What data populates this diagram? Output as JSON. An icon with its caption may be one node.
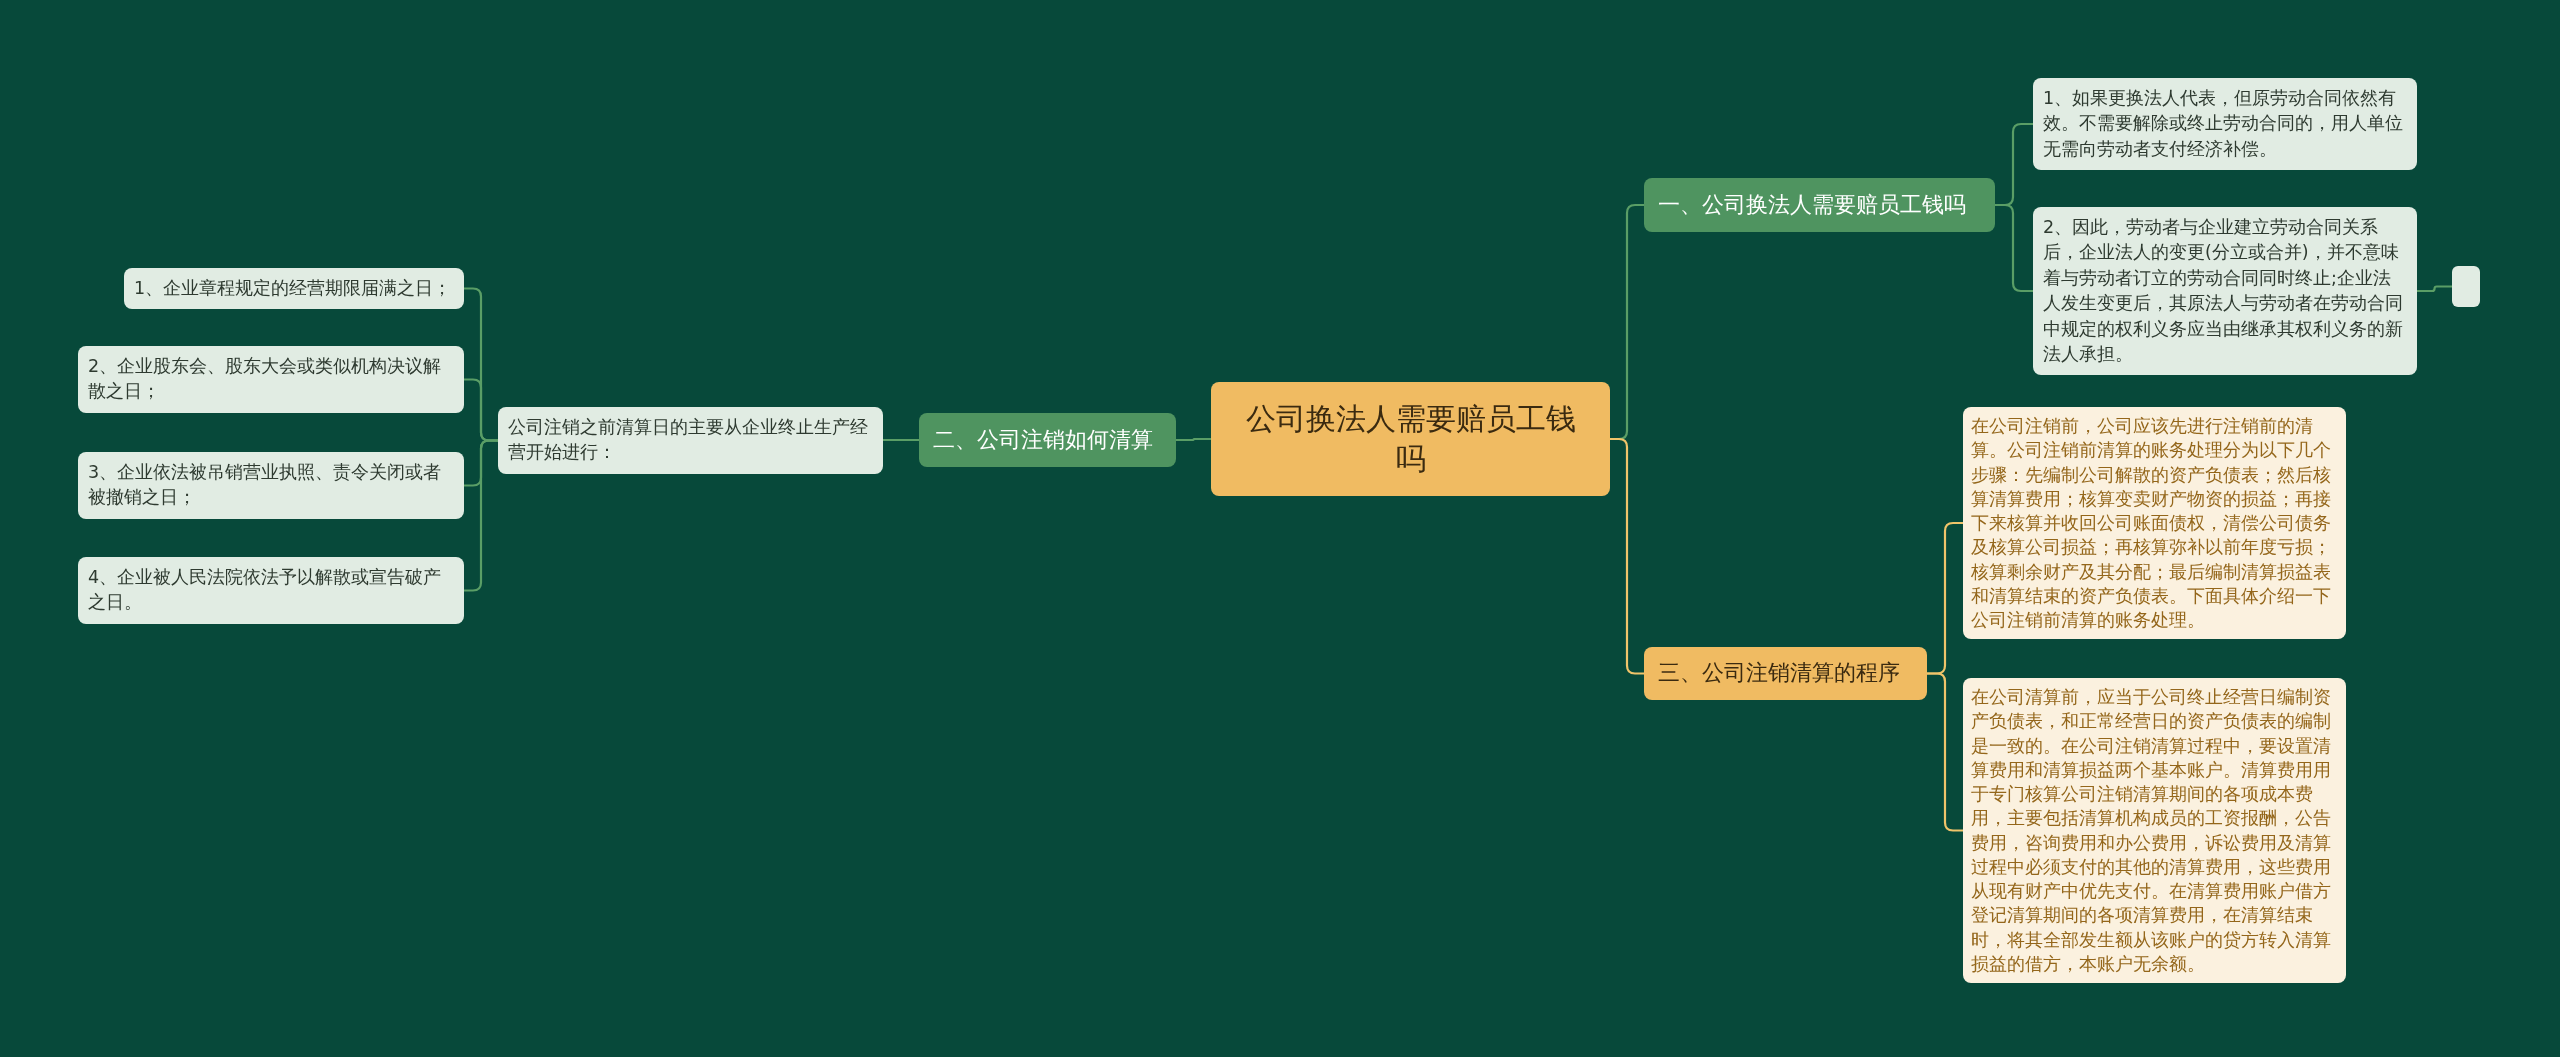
{
  "diagram": {
    "nodes": [
      {
        "text": [
          "公司换法人需要赔员工钱吗"
        ]
      },
      {
        "text": [
          "一、公司换法人需要赔员工钱吗"
        ]
      },
      {
        "text": [
          "1、如果更换法人代表，但原劳动合同依然有效。不需要解除或终止劳动合同的，用人单位无需向劳动者支付经济补偿。"
        ]
      },
      {
        "text": [
          "2、因此，劳动者与企业建立劳动合同关系后，企业法人的变更(分立或合并)，并不意味着与劳动者订立的劳动合同同时终止;企业法人发生变更后，其原法人与劳动者在劳动合同中规定的权利义务应当由继承其权利义务的新法人承担。"
        ]
      },
      {
        "text": [],
        "shape": "box"
      },
      {
        "text": [
          "二、公司注销如何清算"
        ]
      },
      {
        "text": [
          "公司注销之前清算日的主要从企业终止生产经营开始进行："
        ]
      },
      {
        "text": [
          "1、企业章程规定的经营期限届满之日；"
        ]
      },
      {
        "text": [
          "2、企业股东会、股东大会或类似机构决议解散之日；"
        ]
      },
      {
        "text": [
          "3、企业依法被吊销营业执照、责令关闭或者被撤销之日；"
        ]
      },
      {
        "text": [
          "4、企业被人民法院依法予以解散或宣告破产之日。"
        ]
      },
      {
        "text": [
          "三、公司注销清算的程序"
        ]
      },
      {
        "text": [
          "在公司注销前，公司应该先进行注销前的清算。公司注销前清算的账务处理分为以下几个步骤：先编制公司解散的资产负债表；然后核算清算费用；核算变卖财产物资的损益；再接下来核算并收回公司账面债权，清偿公司债务及核算公司损益；再核算弥补以前年度亏损；核算剩余财产及其分配；最后编制清算损益表和清算结束的资产负债表。下面具体介绍一下公司注销前清算的账务处理。"
        ]
      },
      {
        "text": [
          "在公司清算前，应当于公司终止经营日编制资产负债表，和正常经营日的资产负债表的编制是一致的。在公司注销清算过程中，要设置清算费用和清算损益两个基本账户。清算费用用于专门核算公司注销清算期间的各项成本费用，主要包括清算机构成员的工资报酬，公告费用，咨询费用和办公费用，诉讼费用及清算过程中必须支付的其他的清算费用，这些费用从现有财产中优先支付。在清算费用账户借方登记清算期间的各项清算费用，在清算结束时，将其全部发生额从该账户的贷方转入清算损益的借方，本账户无余额。"
        ]
      }
    ],
    "edges": [
      {
        "from": 0,
        "to": 1,
        "arrow": "none"
      },
      {
        "from": 1,
        "to": 2,
        "arrow": "none"
      },
      {
        "from": 1,
        "to": 3,
        "arrow": "none"
      },
      {
        "from": 3,
        "to": 4,
        "arrow": "none"
      },
      {
        "from": 0,
        "to": 5,
        "arrow": "none"
      },
      {
        "from": 5,
        "to": 6,
        "arrow": "none"
      },
      {
        "from": 6,
        "to": 7,
        "arrow": "none"
      },
      {
        "from": 6,
        "to": 8,
        "arrow": "none"
      },
      {
        "from": 6,
        "to": 9,
        "arrow": "none"
      },
      {
        "from": 6,
        "to": 10,
        "arrow": "none"
      },
      {
        "from": 0,
        "to": 11,
        "arrow": "none",
        "color": "#f0c46a"
      },
      {
        "from": 11,
        "to": 12,
        "arrow": "none",
        "color": "#f0c46a"
      },
      {
        "from": 11,
        "to": 13,
        "arrow": "none",
        "color": "#f0c46a"
      }
    ]
  }
}
